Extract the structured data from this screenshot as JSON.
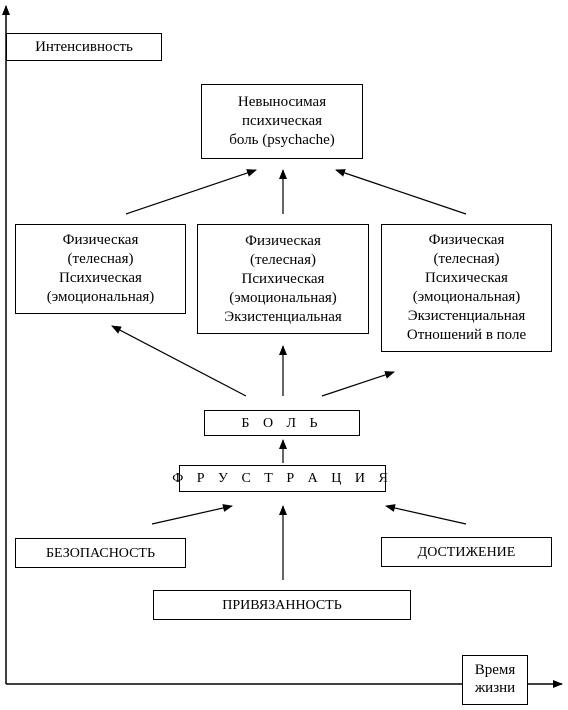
{
  "axes": {
    "y_label": "Интенсивность",
    "x_label_line1": "Время",
    "x_label_line2": "жизни"
  },
  "top": {
    "lines": [
      "Невыносимая",
      "психическая",
      "боль (psychache)"
    ]
  },
  "pain_types": [
    {
      "lines": [
        "Физическая",
        "(телесная)",
        "Психическая",
        "(эмоциональная)"
      ]
    },
    {
      "lines": [
        "Физическая",
        "(телесная)",
        "Психическая",
        "(эмоциональная)",
        "Экзистенциальная"
      ]
    },
    {
      "lines": [
        "Физическая",
        "(телесная)",
        "Психическая",
        "(эмоциональная)",
        "Экзистенциальная",
        "Отношений в поле"
      ]
    }
  ],
  "pain": "Б О Л Ь",
  "frustration": "Ф Р У С Т Р А Ц И Я",
  "needs": {
    "safety": "БЕЗОПАСНОСТЬ",
    "achievement": "ДОСТИЖЕНИЕ",
    "attachment": "ПРИВЯЗАННОСТЬ"
  }
}
